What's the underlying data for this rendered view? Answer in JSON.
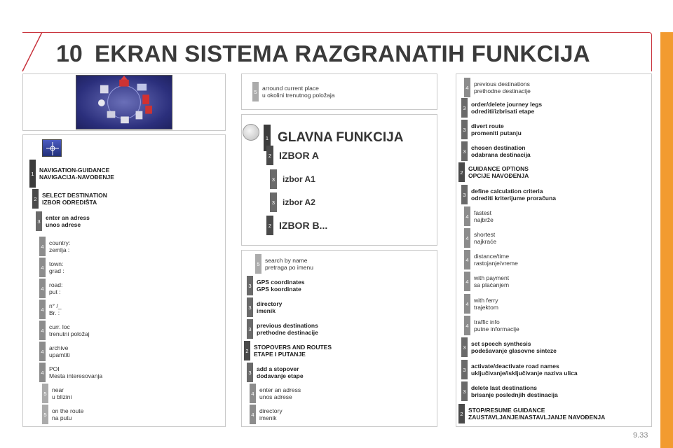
{
  "header": {
    "chapter": "10",
    "title": "EKRAN SISTEMA RAZGRANATIH FUNKCIJA"
  },
  "colors": {
    "accent_red": "#c8323c",
    "side_bar": "#f29b30",
    "screen_blue": "#2b2f7c"
  },
  "left": {
    "items": [
      {
        "level": "1",
        "lines": [
          "NAVIGATION-GUIDANCE",
          "NAVIGACIJA-NAVOĐENJE"
        ],
        "bold": true
      },
      {
        "level": "2",
        "lines": [
          "SELECT DESTINATION",
          "IZBOR ODREDIŠTA"
        ],
        "bold": true
      },
      {
        "level": "3",
        "lines": [
          "enter an adress",
          "unos adrese"
        ],
        "bold": true
      },
      {
        "level": "4",
        "lines": [
          "country:",
          "zemlja :"
        ],
        "bold": false
      },
      {
        "level": "4",
        "lines": [
          "town:",
          "grad :"
        ],
        "bold": false
      },
      {
        "level": "4",
        "lines": [
          "road:",
          "put :"
        ],
        "bold": false
      },
      {
        "level": "4",
        "lines": [
          "n° /_",
          "Br. :"
        ],
        "bold": false
      },
      {
        "level": "4",
        "lines": [
          "curr. loc",
          "trenutni položaj"
        ],
        "bold": false
      },
      {
        "level": "4",
        "lines": [
          "archive",
          "upamtiti"
        ],
        "bold": false
      },
      {
        "level": "4",
        "lines": [
          "POI",
          "Mesta interesovanja"
        ],
        "bold": false
      },
      {
        "level": "5",
        "lines": [
          "near",
          "u blizini"
        ],
        "bold": false
      },
      {
        "level": "5",
        "lines": [
          "on the route",
          "na putu"
        ],
        "bold": false
      }
    ]
  },
  "middle_top": {
    "items": [
      {
        "level": "5",
        "lines": [
          "arround current place",
          "u okolini trenutnog položaja"
        ],
        "bold": false
      }
    ]
  },
  "glavna": {
    "title": "GLAVNA FUNKCIJA",
    "title_level": "1",
    "options": [
      {
        "level": "2",
        "label": "IZBOR A"
      },
      {
        "level": "3",
        "label": "izbor A1"
      },
      {
        "level": "3",
        "label": "izbor A2"
      },
      {
        "level": "2",
        "label": "IZBOR B..."
      }
    ]
  },
  "middle_bottom": {
    "items": [
      {
        "level": "5",
        "lines": [
          "search by name",
          "pretraga po imenu"
        ],
        "bold": false
      },
      {
        "level": "3",
        "lines": [
          "GPS coordinates",
          "GPS koordinate"
        ],
        "bold": true
      },
      {
        "level": "3",
        "lines": [
          "directory",
          "imenik"
        ],
        "bold": true
      },
      {
        "level": "3",
        "lines": [
          "previous destinations",
          "prethodne destinacije"
        ],
        "bold": true
      },
      {
        "level": "2",
        "lines": [
          "STOPOVERS AND ROUTES",
          "ETAPE I PUTANJE"
        ],
        "bold": true
      },
      {
        "level": "3",
        "lines": [
          "add a stopover",
          "dodavanje etape"
        ],
        "bold": true
      },
      {
        "level": "4",
        "lines": [
          "enter an adress",
          "unos adrese"
        ],
        "bold": false
      },
      {
        "level": "4",
        "lines": [
          "directory",
          "imenik"
        ],
        "bold": false
      }
    ]
  },
  "right": {
    "items": [
      {
        "level": "4",
        "lines": [
          "previous destinations",
          "prethodne destinacije"
        ],
        "bold": false
      },
      {
        "level": "3",
        "lines": [
          "order/delete journey legs",
          "odrediti/izbrisati etape"
        ],
        "bold": true
      },
      {
        "level": "3",
        "lines": [
          "divert route",
          "promeniti putanju"
        ],
        "bold": true
      },
      {
        "level": "3",
        "lines": [
          "chosen destination",
          "odabrana destinacija"
        ],
        "bold": true
      },
      {
        "level": "2",
        "lines": [
          "GUIDANCE OPTIONS",
          "OPCIJE NAVOĐENJA"
        ],
        "bold": true
      },
      {
        "level": "3",
        "lines": [
          "define calculation criteria",
          "odrediti kriterijume proračuna"
        ],
        "bold": true
      },
      {
        "level": "4",
        "lines": [
          "fastest",
          "najbrže"
        ],
        "bold": false
      },
      {
        "level": "4",
        "lines": [
          "shortest",
          "najkraće"
        ],
        "bold": false
      },
      {
        "level": "4",
        "lines": [
          "distance/time",
          "rastojanje/vreme"
        ],
        "bold": false
      },
      {
        "level": "4",
        "lines": [
          "with payment",
          "sa plaćanjem"
        ],
        "bold": false
      },
      {
        "level": "4",
        "lines": [
          "with ferry",
          "trajektom"
        ],
        "bold": false
      },
      {
        "level": "4",
        "lines": [
          "traffic info",
          "putne informacije"
        ],
        "bold": false
      },
      {
        "level": "3",
        "lines": [
          "set speech synthesis",
          "podešavanje glasovne sinteze"
        ],
        "bold": true
      },
      {
        "level": "3",
        "lines": [
          "activate/deactivate road names",
          "uključivanje/isključivanje naziva ulica"
        ],
        "bold": true
      },
      {
        "level": "3",
        "lines": [
          "delete last destinations",
          "brisanje poslednjih destinacija"
        ],
        "bold": true
      },
      {
        "level": "2",
        "lines": [
          "STOP/RESUME GUIDANCE",
          "ZAUSTAVLJANJE/NASTAVLJANJE NAVOĐENJA"
        ],
        "bold": true
      }
    ]
  },
  "page_number": "9.33"
}
